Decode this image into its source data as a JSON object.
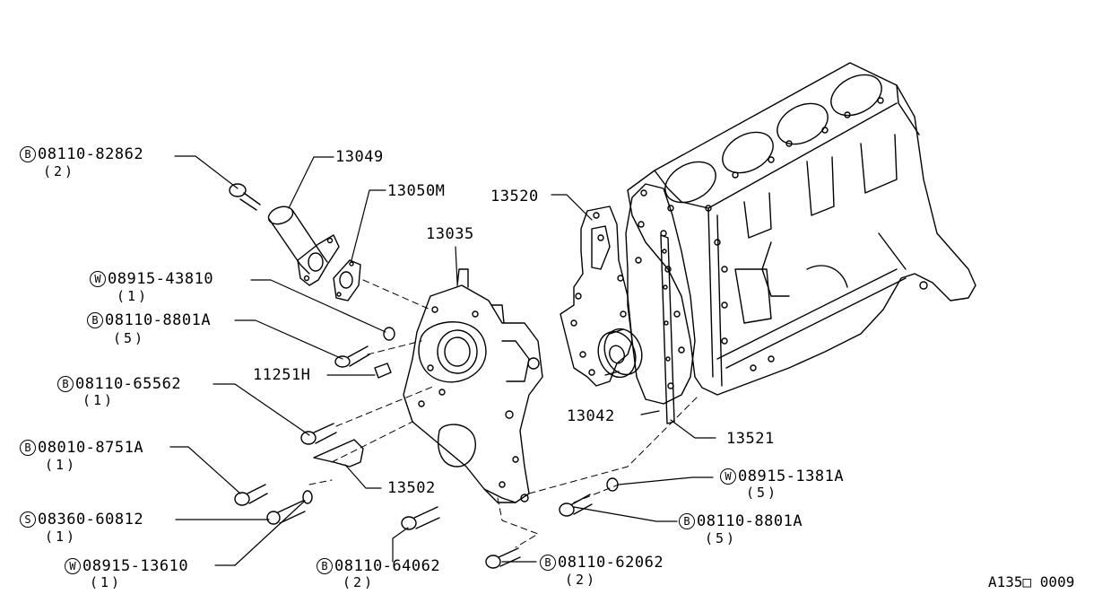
{
  "callouts": [
    {
      "id": "c1",
      "prefix": "B",
      "part": "08110-82862",
      "qty": "(2)"
    },
    {
      "id": "c2",
      "prefix": "",
      "part": "13049",
      "qty": ""
    },
    {
      "id": "c3",
      "prefix": "",
      "part": "13050M",
      "qty": ""
    },
    {
      "id": "c4",
      "prefix": "",
      "part": "13035",
      "qty": ""
    },
    {
      "id": "c5",
      "prefix": "",
      "part": "13520",
      "qty": ""
    },
    {
      "id": "c6",
      "prefix": "W",
      "part": "08915-43810",
      "qty": "(1)"
    },
    {
      "id": "c7",
      "prefix": "B",
      "part": "08110-8801A",
      "qty": "(5)"
    },
    {
      "id": "c8",
      "prefix": "",
      "part": "11251H",
      "qty": ""
    },
    {
      "id": "c9",
      "prefix": "B",
      "part": "08110-65562",
      "qty": "(1)"
    },
    {
      "id": "c10",
      "prefix": "",
      "part": "13042",
      "qty": ""
    },
    {
      "id": "c11",
      "prefix": "",
      "part": "13521",
      "qty": ""
    },
    {
      "id": "c12",
      "prefix": "B",
      "part": "08010-8751A",
      "qty": "(1)"
    },
    {
      "id": "c13",
      "prefix": "",
      "part": "13502",
      "qty": ""
    },
    {
      "id": "c14",
      "prefix": "W",
      "part": "08915-1381A",
      "qty": "(5)"
    },
    {
      "id": "c15",
      "prefix": "S",
      "part": "08360-60812",
      "qty": "(1)"
    },
    {
      "id": "c16",
      "prefix": "B",
      "part": "08110-8801A",
      "qty": "(5)"
    },
    {
      "id": "c17",
      "prefix": "W",
      "part": "08915-13610",
      "qty": "(1)"
    },
    {
      "id": "c18",
      "prefix": "B",
      "part": "08110-64062",
      "qty": "(2)"
    },
    {
      "id": "c19",
      "prefix": "B",
      "part": "08110-62062",
      "qty": "(2)"
    }
  ],
  "figure_ref": "A135□ 0009"
}
